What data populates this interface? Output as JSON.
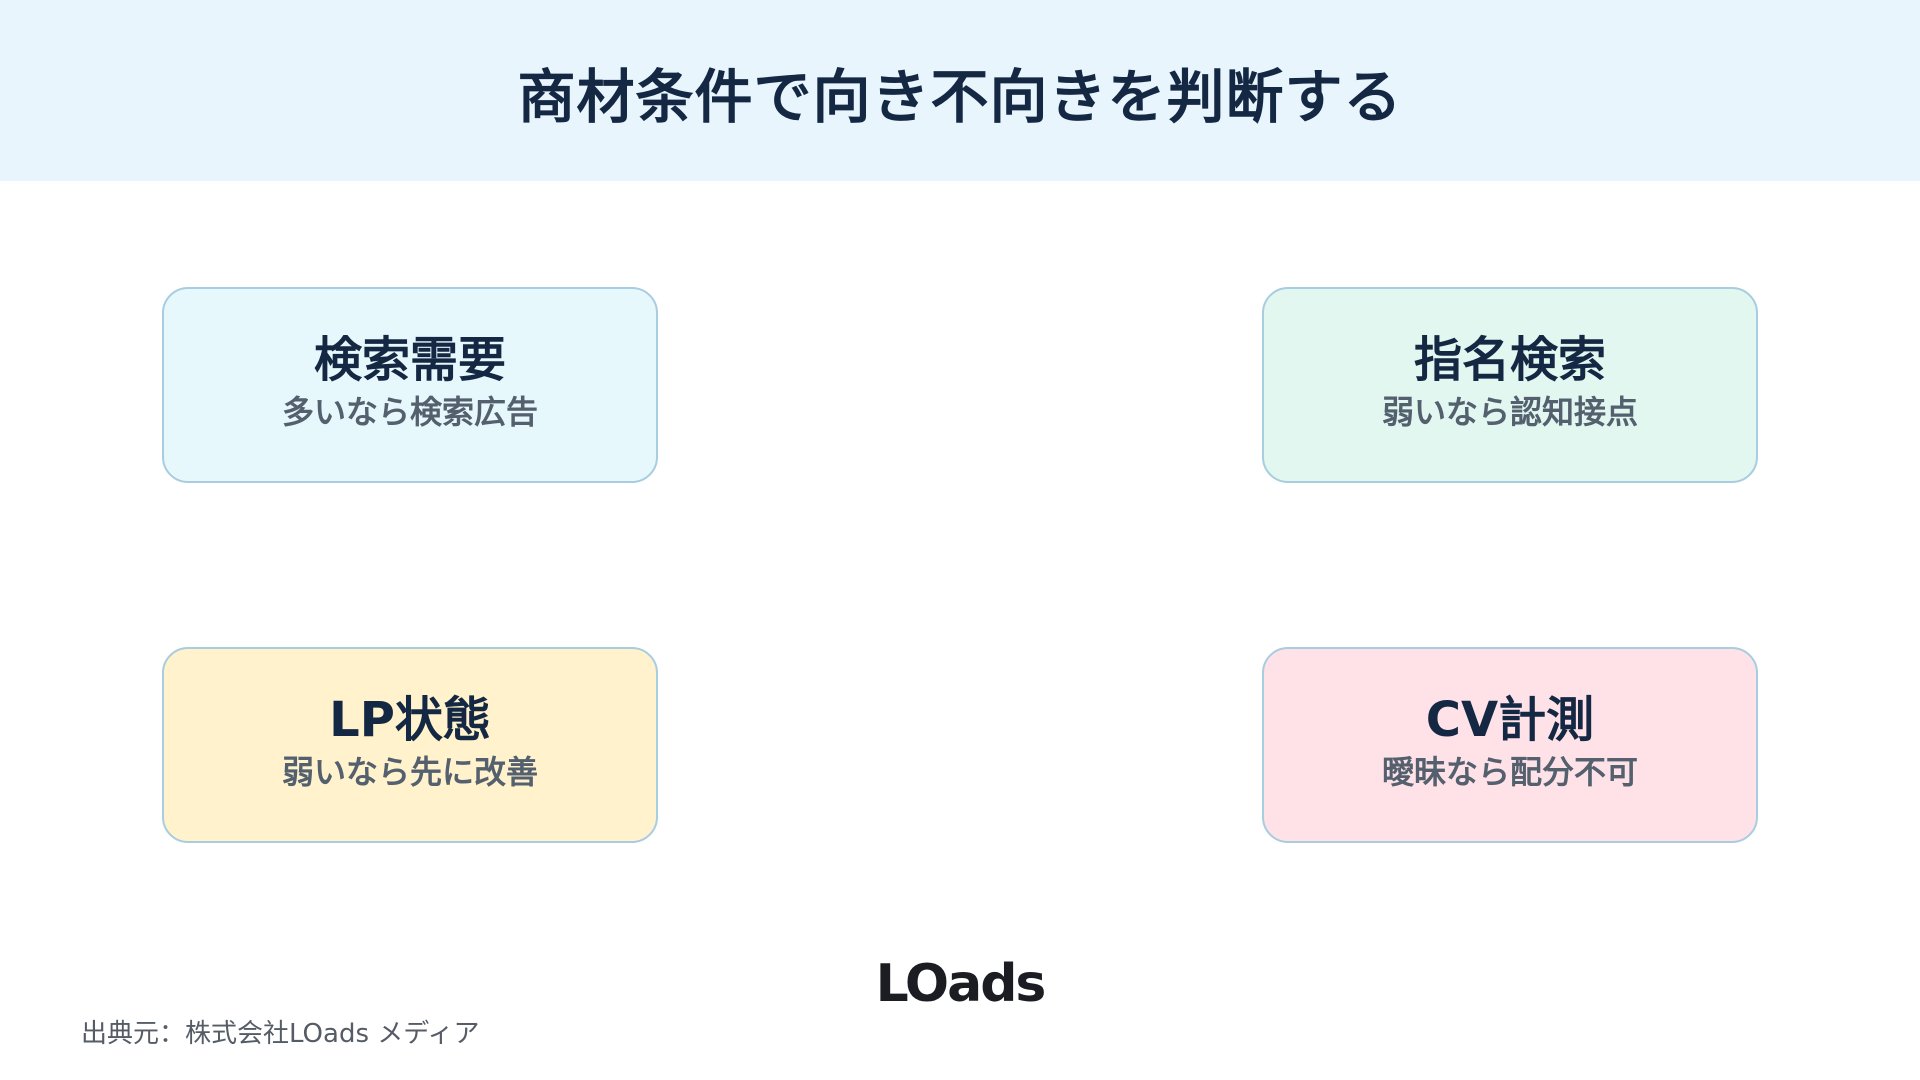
{
  "header": {
    "title": "商材条件で向き不向きを判断する"
  },
  "cards": [
    {
      "title": "検索需要",
      "subtitle": "多いなら検索広告"
    },
    {
      "title": "指名検索",
      "subtitle": "弱いなら認知接点"
    },
    {
      "title": "LP状態",
      "subtitle": "弱いなら先に改善"
    },
    {
      "title": "CV計測",
      "subtitle": "曖昧なら配分不可"
    }
  ],
  "logo": {
    "text": "LOads"
  },
  "footer": {
    "source": "出典元：株式会社LOads メディア"
  }
}
